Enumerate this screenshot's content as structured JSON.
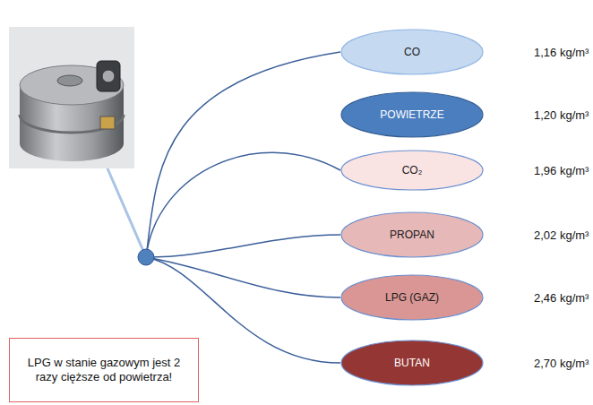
{
  "diagram": {
    "nodes": [
      {
        "text": [
          "CO"
        ]
      },
      {
        "text": [
          "POWIETRZE"
        ]
      },
      {
        "text": [
          "CO₂"
        ]
      },
      {
        "text": [
          "PROPAN"
        ]
      },
      {
        "text": [
          "LPG (GAZ)"
        ]
      },
      {
        "text": [
          "BUTAN"
        ]
      },
      {
        "text": [
          "LPG w stanie gazowym jest 2 razy cięższe od powietrza!"
        ]
      }
    ],
    "labels": [
      "1,16 kg/m³",
      "1,20 kg/m³",
      "1,96 kg/m³",
      "2,02 kg/m³",
      "2,46 kg/m³",
      "2,70 kg/m³"
    ]
  }
}
